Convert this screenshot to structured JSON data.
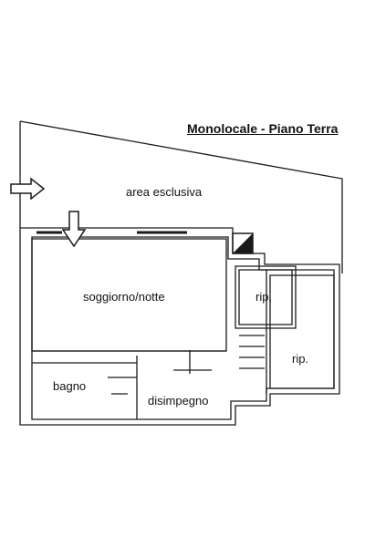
{
  "title": "Monolocale - Piano Terra",
  "rooms": {
    "area_esclusiva": "area esclusiva",
    "soggiorno": "soggiorno/notte",
    "rip_1": "rip.",
    "rip_2": "rip.",
    "bagno": "bagno",
    "disimpegno": "disimpegno"
  },
  "colors": {
    "wall": "#1a1a1a",
    "background": "#ffffff"
  }
}
